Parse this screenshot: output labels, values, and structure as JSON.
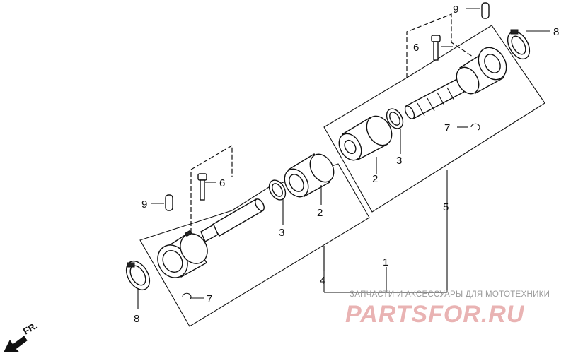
{
  "callouts": {
    "c1": "1",
    "c2a": "2",
    "c2b": "2",
    "c3a": "3",
    "c3b": "3",
    "c4": "4",
    "c5": "5",
    "c6a": "6",
    "c6b": "6",
    "c7a": "7",
    "c7b": "7",
    "c8a": "8",
    "c8b": "8",
    "c9a": "9",
    "c9b": "9"
  },
  "direction_label": "FR.",
  "watermark": {
    "subtitle": "ЗАПЧАСТИ И АКСЕССУАРЫ ДЛЯ МОТОТЕХНИКИ",
    "brand": "PARTSFOR.RU",
    "brand_color": "#e9b3b3"
  }
}
